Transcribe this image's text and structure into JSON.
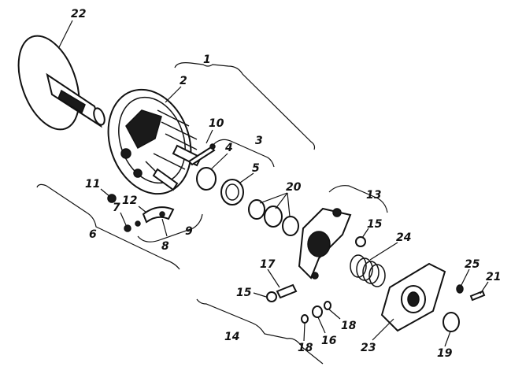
{
  "labels": {
    "l1": "1",
    "l2": "2",
    "l3": "3",
    "l4": "4",
    "l5": "5",
    "l6": "6",
    "l7": "7",
    "l8": "8",
    "l9": "9",
    "l10": "10",
    "l11": "11",
    "l12": "12",
    "l13": "13",
    "l14": "14",
    "l15a": "15",
    "l15b": "15",
    "l16": "16",
    "l17": "17",
    "l18a": "18",
    "l18b": "18",
    "l19": "19",
    "l20": "20",
    "l21": "21",
    "l22": "22",
    "l23": "23",
    "l24": "24",
    "l25": "25"
  }
}
